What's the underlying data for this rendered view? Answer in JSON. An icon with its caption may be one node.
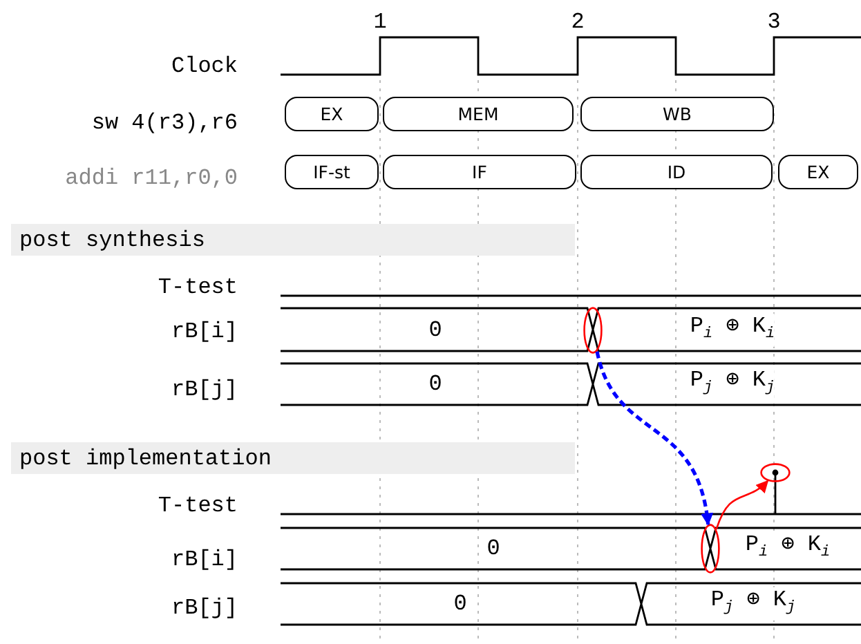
{
  "diagram": {
    "nodes": [
      {
        "text": [
          "EX"
        ]
      },
      {
        "text": [
          "MEM"
        ]
      },
      {
        "text": [
          "WB"
        ]
      },
      {
        "text": [
          "IF-st"
        ]
      },
      {
        "text": [
          "IF"
        ]
      },
      {
        "text": [
          "ID"
        ]
      },
      {
        "text": [
          "EX"
        ]
      },
      {
        "text": [
          "post synthesis"
        ]
      },
      {
        "text": [],
        "shape": "ellipse"
      },
      {
        "text": [
          "post implementation"
        ]
      },
      {
        "text": [],
        "shape": "ellipse"
      },
      {
        "text": [],
        "shape": "ellipse"
      }
    ],
    "edges": [
      {
        "from": 8,
        "to": 10,
        "arrow": "to",
        "style": "dashed",
        "color": "#0000ff"
      },
      {
        "from": 10,
        "to": 11,
        "arrow": "to",
        "color": "#ff0000"
      }
    ],
    "labels": [
      "1",
      "2",
      "3",
      "Clock",
      "sw 4(r3),r6",
      "addi r11,r0,0",
      "T-test",
      "rB[i]",
      "0",
      "P$_{i}$ ⊕ K$_{i}$",
      "rB[j]",
      "0",
      "P$_{j}$ ⊕ K$_{j}$",
      "T-test",
      "rB[i]",
      "0",
      "P$_{i}$ ⊕ K$_{i}$",
      "rB[j]",
      "0",
      "P$_{j}$ ⊕ K$_{j}$"
    ]
  }
}
